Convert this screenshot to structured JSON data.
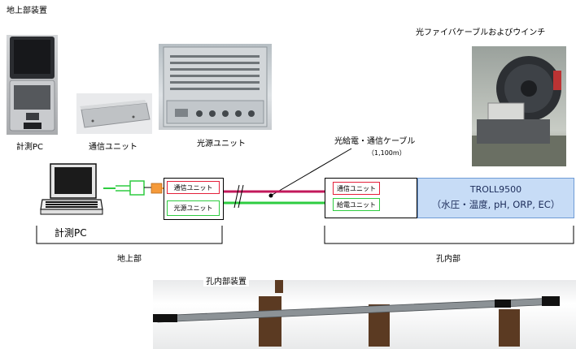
{
  "labels": {
    "surface_equipment": "地上部装置",
    "fiber_cable_winch": "光ファイバケーブルおよびウインチ",
    "pc_caption": "計測PC",
    "comm_unit_caption": "通信ユニット",
    "light_source_caption": "光源ユニット",
    "power_comm_cable": "光給電・通信ケーブル",
    "cable_length": "（1,100m）",
    "pc_label": "計測PC",
    "surface_section": "地上部",
    "borehole_section": "孔内部",
    "borehole_equipment": "孔内部装置"
  },
  "units": {
    "surface_comm": "通信ユニット",
    "surface_light": "光源ユニット",
    "borehole_comm": "通信ユニット",
    "borehole_power": "給電ユニット"
  },
  "troll": {
    "name": "TROLL9500",
    "params": "（水圧・温度, pH, ORP, EC）"
  },
  "colors": {
    "comm_red": "#e4203a",
    "power_green": "#2ecc40",
    "cable_magenta": "#c2185b",
    "connector_orange": "#f59a3a",
    "troll_fill": "#c7dcf6"
  }
}
